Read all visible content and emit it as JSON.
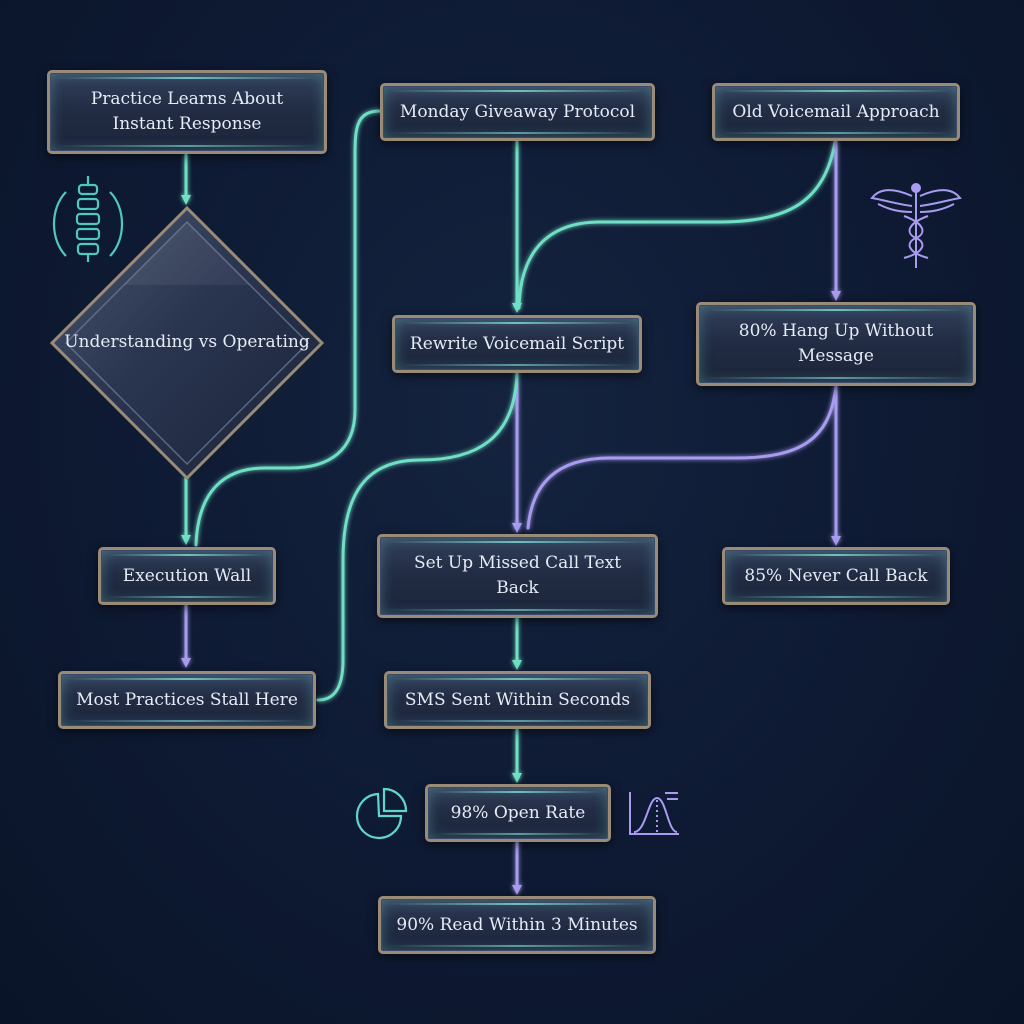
{
  "diagram": {
    "nodes": {
      "practice_learns": "Practice Learns About Instant Response",
      "monday_giveaway": "Monday Giveaway Protocol",
      "old_voicemail": "Old Voicemail Approach",
      "understanding": "Understanding vs Operating",
      "rewrite_script": "Rewrite Voicemail Script",
      "hang_up": "80% Hang Up Without Message",
      "execution_wall": "Execution Wall",
      "missed_call": "Set Up Missed Call Text Back",
      "never_call_back": "85% Never Call Back",
      "stall_here": "Most Practices Stall Here",
      "sms_sent": "SMS Sent Within Seconds",
      "open_rate": "98% Open Rate",
      "read_within": "90% Read Within 3 Minutes"
    },
    "icons": [
      "spine-icon",
      "caduceus-icon",
      "pie-chart-icon",
      "bell-curve-icon"
    ],
    "colors": {
      "background": "#0e1a33",
      "teal_connector": "#6fe0c4",
      "purple_connector": "#a99cf0",
      "node_border": "#9a8a78",
      "text": "#e6ecf6"
    }
  }
}
